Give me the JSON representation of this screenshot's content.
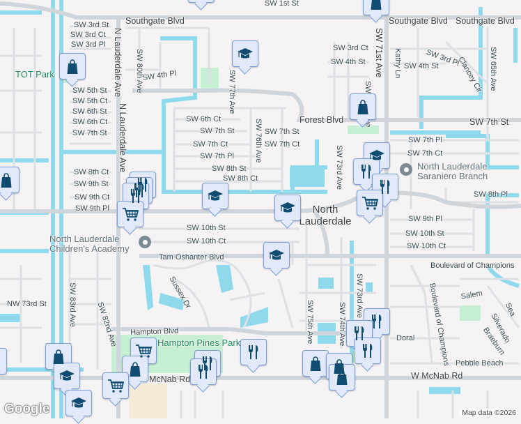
{
  "map": {
    "colors": {
      "background": "#f5f3f3",
      "road": "#d9dde2",
      "arterial": "#cfd5da",
      "water": "#8fd9ec",
      "park": "#c7efd4",
      "marker_bg": "#e1e9fb",
      "marker_icon": "#0f4c70"
    },
    "labels": [
      "Southgate Blvd",
      "Southgate Blvd",
      "Southgate Blvd",
      "SW 1st St",
      "SW 3rd St",
      "SW 3rd Ct",
      "SW 3rd Pl",
      "TOT Park",
      "N Lauderdale Ave",
      "N Lauderdale Ave",
      "SW 80th Ave",
      "SW 4th Pl",
      "SW 77th Ave",
      "SW 5th St",
      "SW 5th Ct",
      "SW 6th St",
      "SW 6th Ct",
      "SW 7th St",
      "SW 6th Ct",
      "SW 7th St",
      "SW 7th Ct",
      "SW 7th Pl",
      "SW 8th St",
      "SW 8th Ct",
      "SW 76th Ave",
      "SW 8th Ct",
      "SW 9th St",
      "SW 9th Ct",
      "SW 9th Pl",
      "SW 3rd Ct",
      "SW 4th St",
      "SW 71st Ave",
      "Kathy Ln",
      "SW 3rd Pl",
      "Clancey Cir",
      "SW 4th St",
      "SW 65th Ave",
      "SW 72nd Ave",
      "Forest Blvd",
      "SW 7th St",
      "SW 7th St",
      "SW 7th Ct",
      "SW 73rd Ave",
      "SW 7th Pl",
      "SW 7th Ct",
      "North Lauderdale Saraniero Branch",
      "SW 8th Pl",
      "North Lauderdale",
      "SW 9th Pl",
      "SW 10th St",
      "SW 10th Ct",
      "SW 10th St",
      "SW 10th Ct",
      "Tam Oshanter Blvd",
      "North Lauderdale Children's Academy",
      "SW 83rd Ave",
      "SW 82nd Ave",
      "NW 73rd St",
      "Sussex Dr",
      "Hampton Blvd",
      "Hampton Pines Park",
      "McNab Rd",
      "W McNab Rd",
      "Boulevard of Champions",
      "SW 75th Ave",
      "SW 74th Ave",
      "SW 73rd Ave",
      "Boulevard of Champions",
      "Salem",
      "Doral",
      "Pebble Beach",
      "Silverado",
      "Braeburn",
      "Sea"
    ],
    "markers": [
      "shopping",
      "shopping",
      "shopping",
      "school",
      "shopping",
      "shopping",
      "school",
      "restaurant",
      "restaurant",
      "restaurant",
      "grocery",
      "school",
      "school",
      "restaurant",
      "restaurant",
      "grocery",
      "school",
      "restaurant",
      "restaurant",
      "restaurant",
      "shopping",
      "shopping",
      "shopping",
      "restaurant",
      "restaurant",
      "restaurant",
      "grocery",
      "shopping",
      "grocery",
      "shopping",
      "school",
      "school",
      "shopping"
    ],
    "pins": [
      "library-pin-icon",
      "school-pin-icon"
    ],
    "logo": "Google",
    "attribution": "Map data ©2026"
  }
}
